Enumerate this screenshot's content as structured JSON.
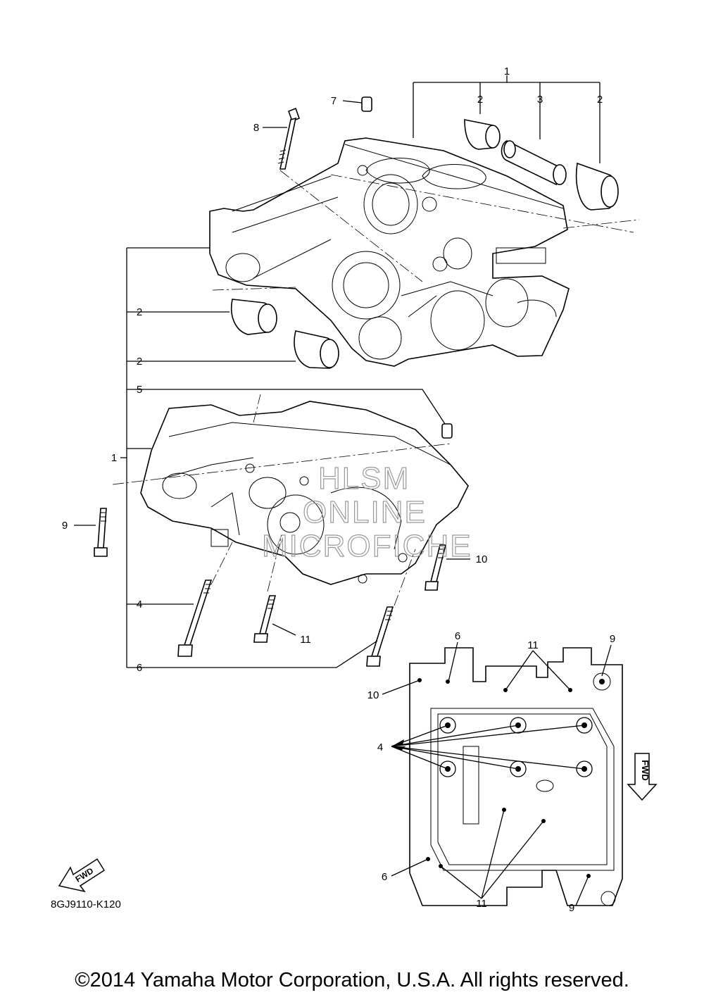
{
  "labels": {
    "upper_1": "1",
    "upper_2a": "2",
    "upper_3": "3",
    "upper_2b": "2",
    "part_7": "7",
    "part_8": "8",
    "side_2a": "2",
    "side_2b": "2",
    "part_5": "5",
    "side_1": "1",
    "part_9": "9",
    "part_10": "10",
    "part_4": "4",
    "part_11": "11",
    "part_6": "6",
    "inset_6_top": "6",
    "inset_11_top": "11",
    "inset_9_top": "9",
    "inset_10": "10",
    "inset_4": "4",
    "inset_6_bottom": "6",
    "inset_11_bottom": "11",
    "inset_9_bottom": "9"
  },
  "fwd_arrow_label": "FWD",
  "fwd_inset_label": "FWD",
  "watermark": [
    "HLSM",
    "ONLINE",
    "MICROFICHE"
  ],
  "diagram_code": "8GJ9110-K120",
  "copyright": "©2014 Yamaha Motor Corporation, U.S.A. All rights reserved."
}
